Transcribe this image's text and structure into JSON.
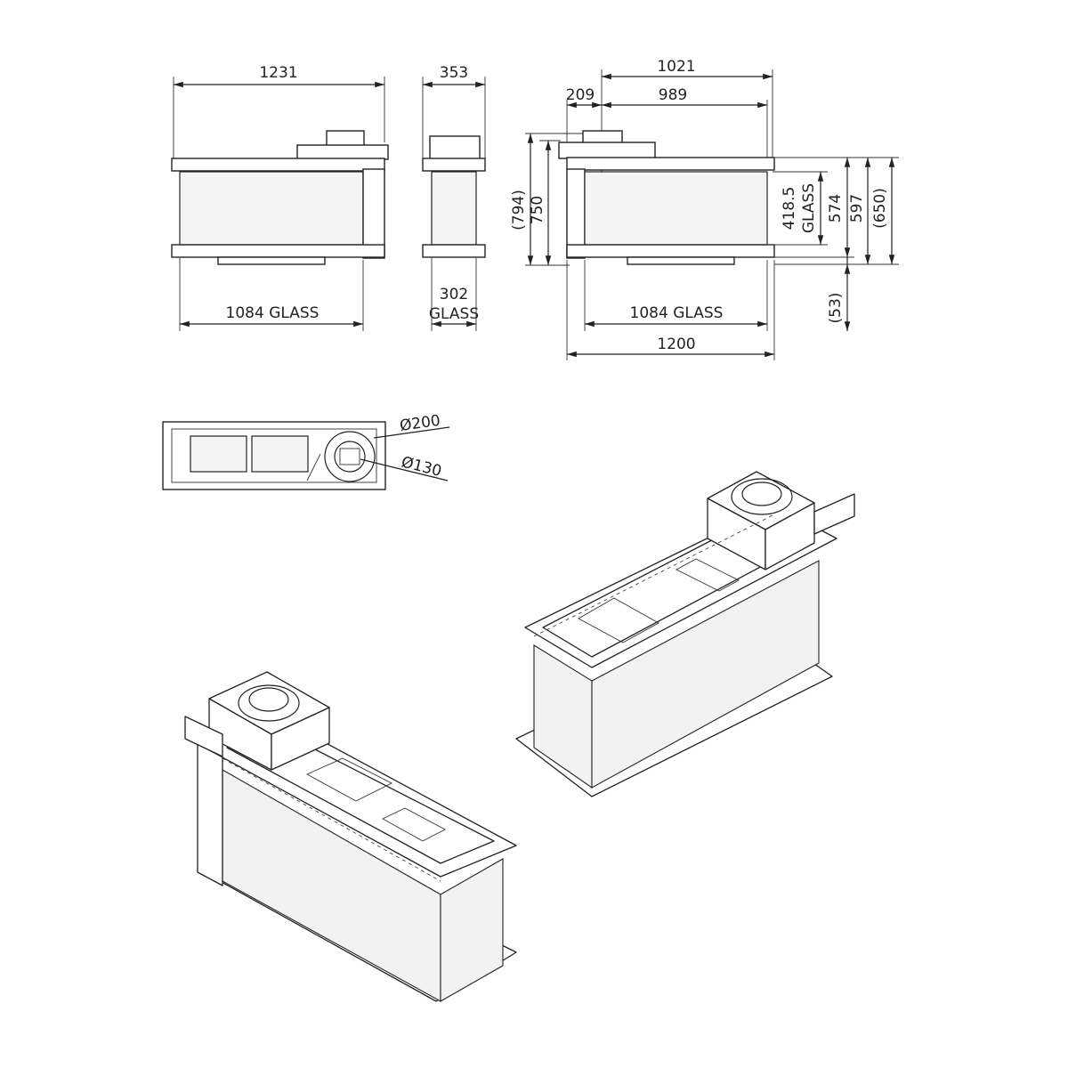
{
  "front_view": {
    "overall_width": "1231",
    "glass_width": "1084 GLASS"
  },
  "side_view": {
    "depth": "353",
    "glass_depth": "302",
    "glass_depth_unit": "GLASS"
  },
  "right_view": {
    "width_top": "1021",
    "width_inner": "989",
    "offset": "209",
    "height_794": "(794)",
    "height_750": "750",
    "glass_height": "418.5",
    "glass_height_unit": "GLASS",
    "height_574": "574",
    "height_597": "597",
    "height_650": "(650)",
    "height_53": "(53)",
    "glass_width": "1084 GLASS",
    "overall_width": "1200"
  },
  "top_view": {
    "outer_diameter": "Ø200",
    "inner_diameter": "Ø130"
  }
}
